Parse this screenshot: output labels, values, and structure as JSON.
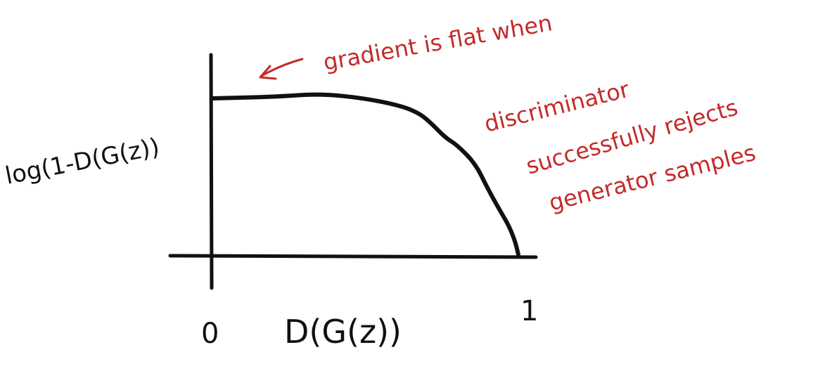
{
  "colors": {
    "ink": "#111111",
    "annotation": "#c42a2a",
    "background": "#ffffff"
  },
  "chart_data": {
    "type": "line",
    "xlabel": "D(G(z))",
    "ylabel": "log(1-D(G(z))",
    "x_tick_labels": [
      "0",
      "1"
    ],
    "xlim": [
      0,
      1
    ],
    "ylim": [
      0,
      1
    ],
    "grid": false,
    "series": [
      {
        "x": [
          0.0,
          0.2,
          0.35,
          0.5,
          0.62,
          0.68,
          0.72,
          0.76,
          0.8,
          0.86,
          0.9,
          0.94,
          0.97,
          0.99,
          1.0
        ],
        "y": [
          1.0,
          1.01,
          1.03,
          1.0,
          0.95,
          0.9,
          0.83,
          0.75,
          0.7,
          0.58,
          0.42,
          0.28,
          0.18,
          0.08,
          0.0
        ]
      }
    ],
    "annotations": {
      "arrow_note": "gradient is flat when",
      "explanation_lines": [
        "discriminator",
        "successfully rejects",
        "generator samples"
      ]
    }
  }
}
